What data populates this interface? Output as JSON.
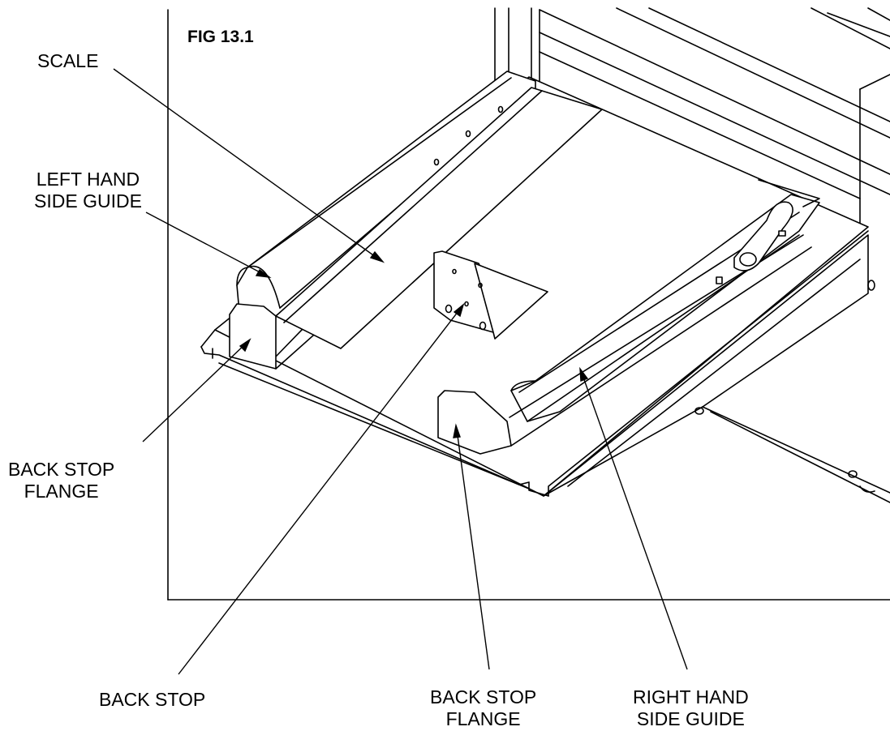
{
  "figure": {
    "number": "FIG 13.1"
  },
  "colors": {
    "line": "#000000",
    "part_fill": "#ffffff",
    "shade": "#f2f2f2"
  },
  "callouts": [
    {
      "id": "scale",
      "lines": [
        "SCALE"
      ]
    },
    {
      "id": "left-hand-side-guide",
      "lines": [
        "LEFT HAND",
        "SIDE GUIDE"
      ]
    },
    {
      "id": "back-stop-flange-left",
      "lines": [
        "BACK STOP",
        "FLANGE"
      ]
    },
    {
      "id": "back-stop",
      "lines": [
        "BACK STOP"
      ]
    },
    {
      "id": "back-stop-flange-bottom",
      "lines": [
        "BACK STOP",
        "FLANGE"
      ]
    },
    {
      "id": "right-hand-side-guide",
      "lines": [
        "RIGHT HAND",
        "SIDE GUIDE"
      ]
    }
  ]
}
